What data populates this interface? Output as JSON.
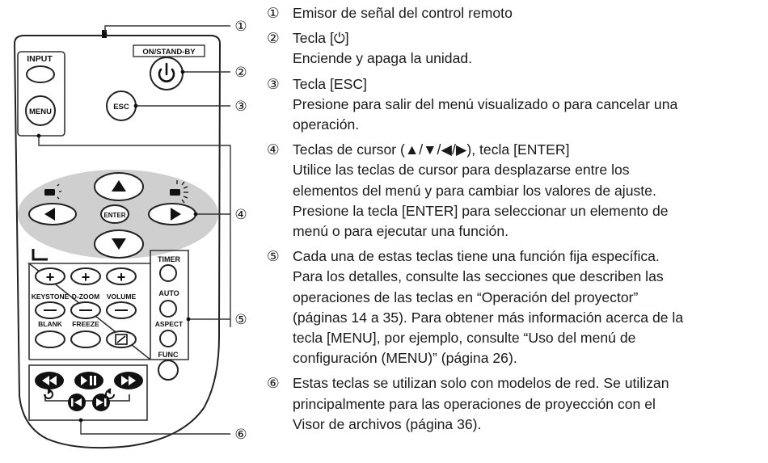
{
  "remote": {
    "buttons": {
      "input": "INPUT",
      "power": "ON/STAND-BY",
      "menu": "MENU",
      "esc": "ESC",
      "enter": "ENTER",
      "timer": "TIMER",
      "keystone": "KEYSTONE",
      "dzoom": "D-ZOOM",
      "volume": "VOLUME",
      "auto": "AUTO",
      "blank": "BLANK",
      "freeze": "FREEZE",
      "aspect": "ASPECT",
      "func": "FUNC"
    },
    "callouts": [
      "①",
      "②",
      "③",
      "④",
      "⑤",
      "⑥"
    ]
  },
  "items": [
    {
      "num": "①",
      "lines": [
        "Emisor de señal del control remoto"
      ]
    },
    {
      "num": "②",
      "lines": [
        "Tecla [⏻]",
        "Enciende y apaga la unidad."
      ]
    },
    {
      "num": "③",
      "lines": [
        "Tecla [ESC]",
        "Presione para salir del menú visualizado o para cancelar una",
        "operación."
      ]
    },
    {
      "num": "④",
      "lines": [
        "Teclas de cursor (▲/▼/◀/▶), tecla [ENTER]",
        "Utilice las teclas de cursor para desplazarse entre los",
        "elementos del menú y para cambiar los valores de ajuste.",
        "Presione la tecla [ENTER] para seleccionar un elemento de",
        "menú o para ejecutar una función."
      ]
    },
    {
      "num": "⑤",
      "lines": [
        "Cada una de estas teclas tiene una función fija específica.",
        "Para los detalles, consulte las secciones que describen las",
        "operaciones de las teclas en “Operación del proyector”",
        "(páginas 14 a 35). Para obtener más información acerca de la",
        "tecla [MENU], por ejemplo, consulte “Uso del menú de",
        "configuración (MENU)” (página 26)."
      ]
    },
    {
      "num": "⑥",
      "lines": [
        "Estas teclas se utilizan solo con modelos de red. Se utilizan",
        "principalmente para las operaciones de proyección con el",
        "Visor de archivos (página 36)."
      ]
    }
  ]
}
